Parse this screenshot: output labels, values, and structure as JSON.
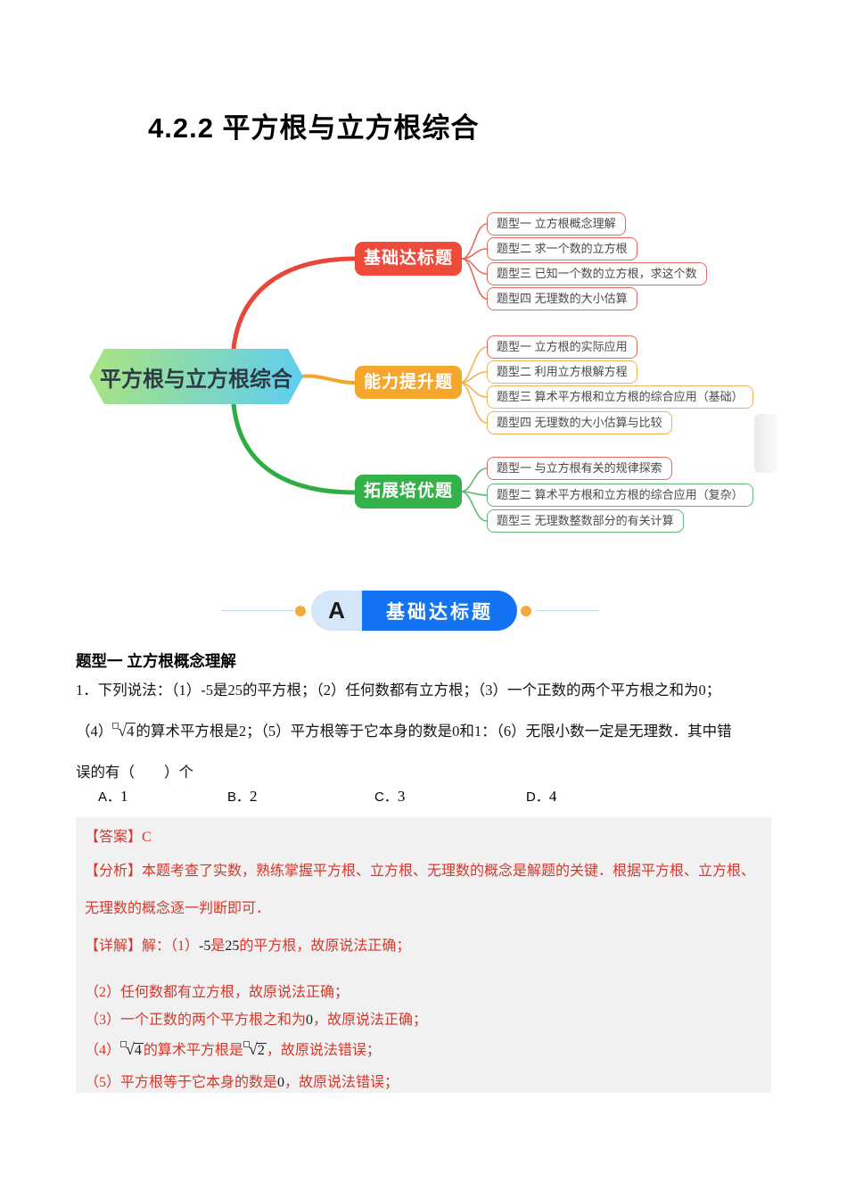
{
  "page": {
    "title": "4.2.2 平方根与立方根综合"
  },
  "mindmap": {
    "root": {
      "label": "平方根与立方根综合",
      "gradient": [
        "#abe47f",
        "#5ecdf2"
      ]
    },
    "branches": [
      {
        "label": "基础达标题",
        "color": "#ee4b3a",
        "items": [
          {
            "label": "题型一 立方根概念理解",
            "accent": "#e4695e"
          },
          {
            "label": "题型二 求一个数的立方根",
            "accent": "#e4695e"
          },
          {
            "label": "题型三 已知一个数的立方根，求这个数",
            "accent": "#e4695e"
          },
          {
            "label": "题型四 无理数的大小估算",
            "accent": "#e4695e"
          }
        ]
      },
      {
        "label": "能力提升题",
        "color": "#f4a72c",
        "items": [
          {
            "label": "题型一 立方根的实际应用",
            "accent": "#e4695e"
          },
          {
            "label": "题型二 利用立方根解方程",
            "accent": "#f0b357"
          },
          {
            "label": "题型三 算术平方根和立方根的综合应用（基础）",
            "accent": "#f0b357"
          },
          {
            "label": "题型四 无理数的大小估算与比较",
            "accent": "#f0b357"
          }
        ]
      },
      {
        "label": "拓展培优题",
        "color": "#33b249",
        "items": [
          {
            "label": "题型一 与立方根有关的规律探索",
            "accent": "#e4695e"
          },
          {
            "label": "题型二 算术平方根和立方根的综合应用（复杂）",
            "accent": "#5cba72"
          },
          {
            "label": "题型三 无理数整数部分的有关计算",
            "accent": "#5cba72"
          }
        ]
      }
    ]
  },
  "section": {
    "badge": "A",
    "label": "基础达标题",
    "bar_color": "#1473f2",
    "badge_bg": "#d6e6f9",
    "dot_color": "#f6a93b"
  },
  "content": {
    "heading": "题型一 立方根概念理解",
    "q1": {
      "l1": [
        "1．下列说法：（1）",
        "-5",
        "是",
        "25",
        "的平方根；（2）任何数都有立方根；（3）一个正数的两个平方根之和为",
        "0",
        "；"
      ],
      "l2": [
        "（4）",
        "4",
        "的算术平方根是",
        "2",
        "；（5）平方根等于它本身的数是",
        "0",
        "和",
        "1",
        "：（6）无限小数一定是无理数．其中错"
      ],
      "l3": "误的有（　　）个",
      "options": [
        {
          "k": "A．",
          "v": "1"
        },
        {
          "k": "B．",
          "v": "2"
        },
        {
          "k": "C．",
          "v": "3"
        },
        {
          "k": "D．",
          "v": "4"
        }
      ]
    },
    "ans": {
      "color": "#d5382b",
      "bg": "#f1f1f1",
      "answer_line": "【答案】C",
      "analysis_l1": "【分析】本题考查了实数，熟练掌握平方根、立方根、无理数的概念是解题的关键．根据平方根、立方根、",
      "analysis_l2": "无理数的概念逐一判断即可．",
      "detail_l1": [
        "【详解】解：（1）",
        "-5",
        "是",
        "25",
        "的平方根，故原说法正确；"
      ],
      "detail_l2": "（2）任何数都有立方根，故原说法正确；",
      "detail_l3": [
        "（3）一个正数的两个平方根之和为",
        "0",
        "，故原说法正确；"
      ],
      "detail_l4": [
        "（4）",
        "4",
        "的算术平方根是",
        "2",
        "，故原说法错误；"
      ],
      "detail_l5": [
        "（5）平方根等于它本身的数是",
        "0",
        "，故原说法错误；"
      ]
    }
  }
}
